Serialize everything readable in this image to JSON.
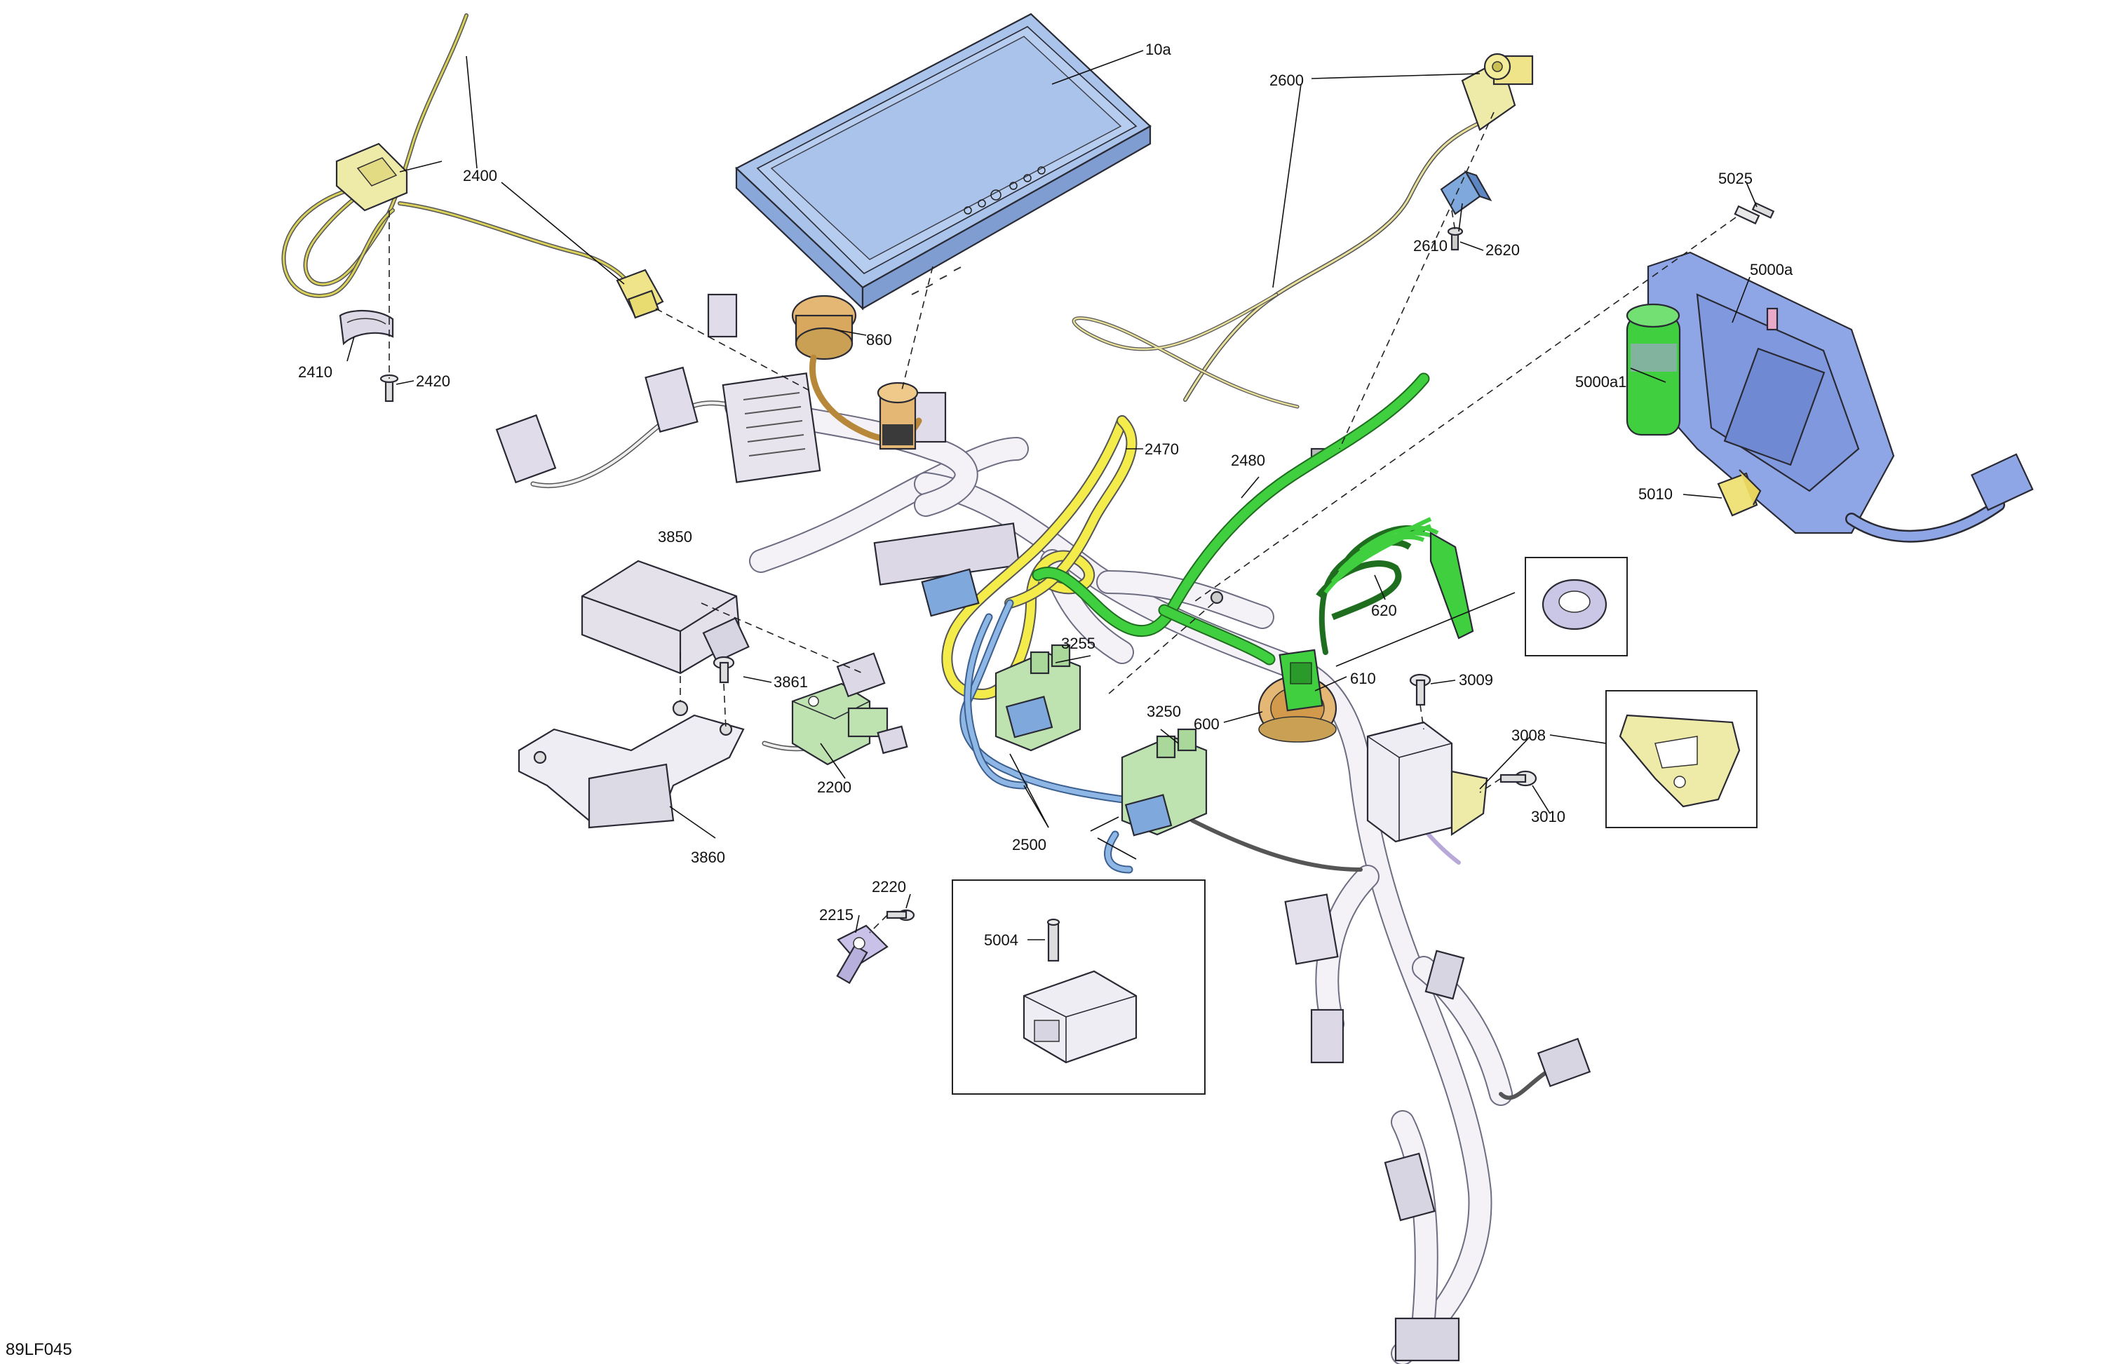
{
  "figure_code": "89LF045",
  "labels": [
    {
      "id": "10a",
      "text": "10a"
    },
    {
      "id": "860",
      "text": "860"
    },
    {
      "id": "2600",
      "text": "2600"
    },
    {
      "id": "2610",
      "text": "2610"
    },
    {
      "id": "2620",
      "text": "2620"
    },
    {
      "id": "5025",
      "text": "5025"
    },
    {
      "id": "5000a",
      "text": "5000a"
    },
    {
      "id": "5000a1",
      "text": "5000a1"
    },
    {
      "id": "5010",
      "text": "5010"
    },
    {
      "id": "2400",
      "text": "2400"
    },
    {
      "id": "2410",
      "text": "2410"
    },
    {
      "id": "2420",
      "text": "2420"
    },
    {
      "id": "2470",
      "text": "2470"
    },
    {
      "id": "2480",
      "text": "2480"
    },
    {
      "id": "620",
      "text": "620"
    },
    {
      "id": "610",
      "text": "610"
    },
    {
      "id": "600",
      "text": "600"
    },
    {
      "id": "3850",
      "text": "3850"
    },
    {
      "id": "3861",
      "text": "3861"
    },
    {
      "id": "3860",
      "text": "3860"
    },
    {
      "id": "2200",
      "text": "2200"
    },
    {
      "id": "3255",
      "text": "3255"
    },
    {
      "id": "3250",
      "text": "3250"
    },
    {
      "id": "2500",
      "text": "2500"
    },
    {
      "id": "3009",
      "text": "3009"
    },
    {
      "id": "3008",
      "text": "3008"
    },
    {
      "id": "3010",
      "text": "3010"
    },
    {
      "id": "2220",
      "text": "2220"
    },
    {
      "id": "2215",
      "text": "2215"
    },
    {
      "id": "5004",
      "text": "5004"
    }
  ],
  "colors": {
    "display_blue": "#a9c3ea",
    "module_blue": "#8fa6e6",
    "yellow_wire": "#f3ec4a",
    "green_wire": "#3fcf3f",
    "connector_green": "#bfe3b0",
    "connector_blue": "#7fa9dc",
    "bracket_yellow": "#eeeaa8",
    "orange_part": "#e4b774",
    "harness_white": "#f4f1f7"
  }
}
